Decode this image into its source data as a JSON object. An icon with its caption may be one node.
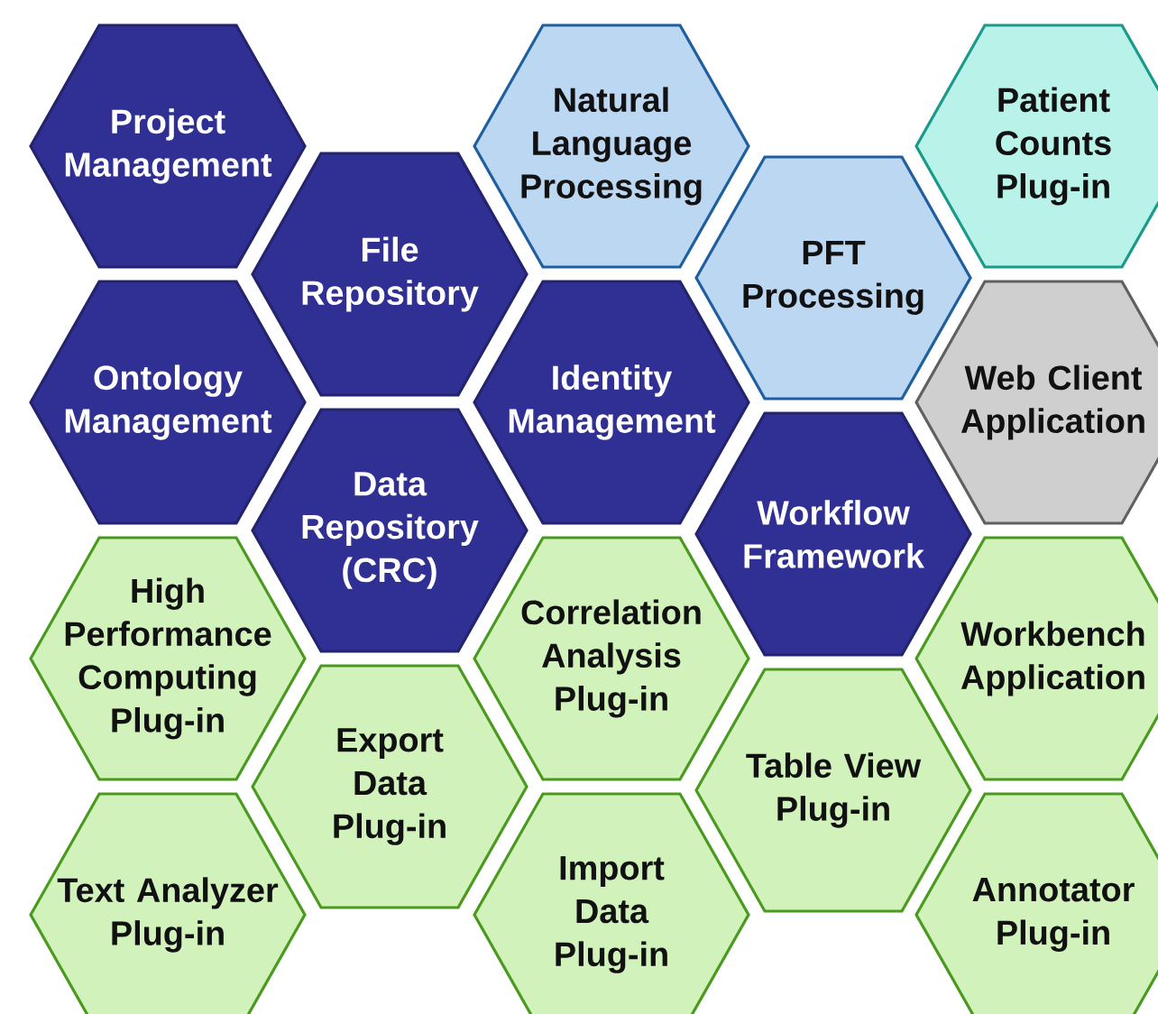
{
  "diagram": {
    "nodes": [
      {
        "text": [
          "Project Management"
        ]
      },
      {
        "text": [
          "Natural Language Processing"
        ]
      },
      {
        "text": [
          "Patient Counts Plug-in"
        ]
      },
      {
        "text": [
          "File Repository"
        ]
      },
      {
        "text": [
          "PFT Processing"
        ]
      },
      {
        "text": [
          "Ontology Management"
        ]
      },
      {
        "text": [
          "Identity Management"
        ]
      },
      {
        "text": [
          "Web Client Application"
        ]
      },
      {
        "text": [
          "Data Repository (CRC)"
        ]
      },
      {
        "text": [
          "Workflow Framework"
        ]
      },
      {
        "text": [
          "High Performance Computing Plug-in"
        ]
      },
      {
        "text": [
          "Correlation Analysis Plug-in"
        ]
      },
      {
        "text": [
          "Workbench Application"
        ]
      },
      {
        "text": [
          "Export Data Plug-in"
        ]
      },
      {
        "text": [
          "Table View Plug-in"
        ]
      },
      {
        "text": [
          "Text Analyzer Plug-in"
        ]
      },
      {
        "text": [
          "Import Data Plug-in"
        ]
      },
      {
        "text": [
          "Annotator Plug-in"
        ]
      }
    ]
  }
}
